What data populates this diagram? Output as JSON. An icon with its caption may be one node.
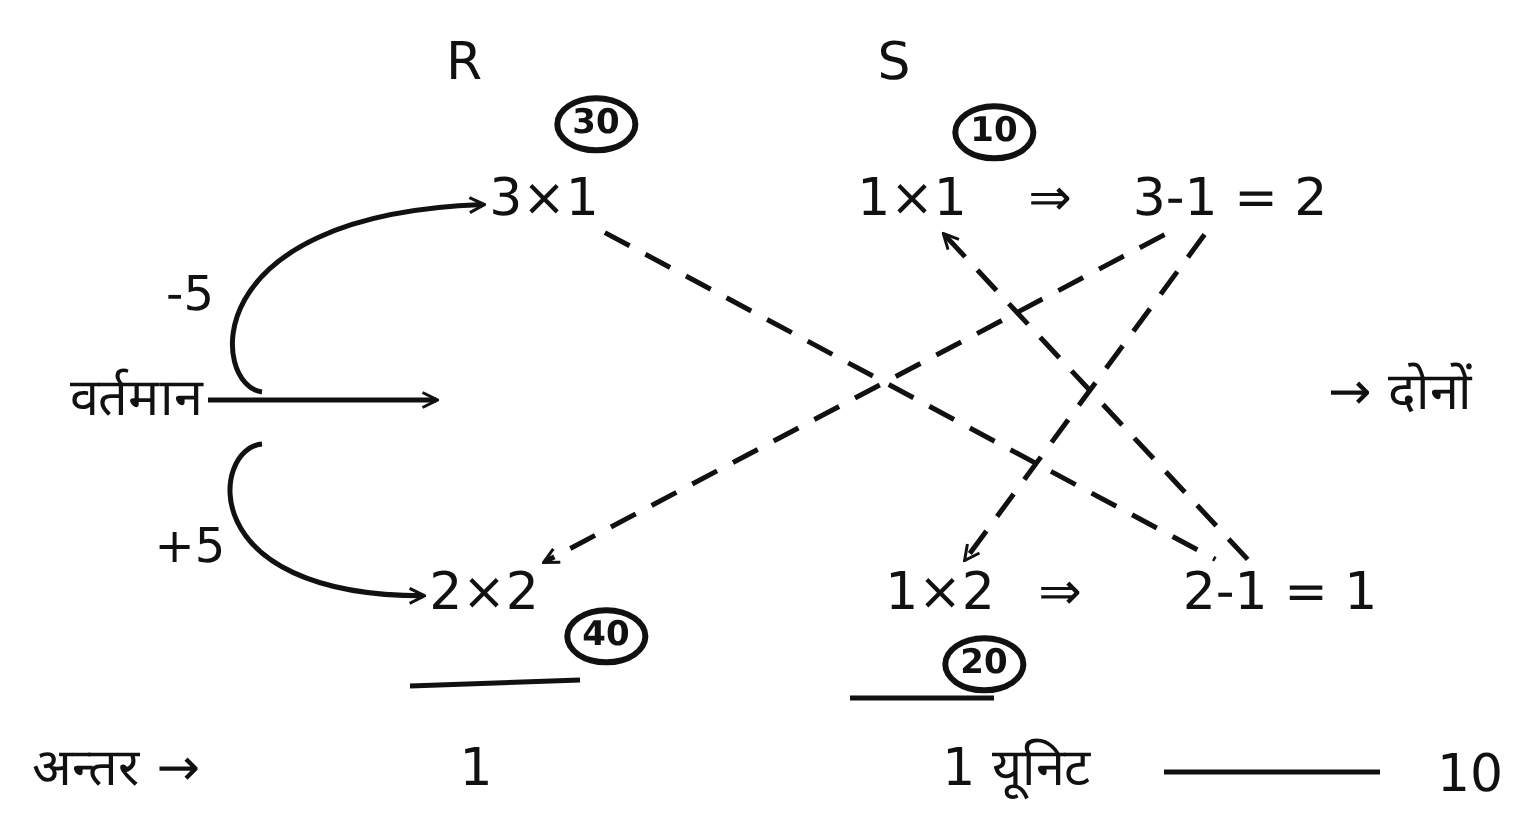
{
  "diagram": {
    "nodes": [
      {
        "text": [
          "30"
        ]
      },
      {
        "text": [
          "10"
        ]
      },
      {
        "text": [
          "3×1"
        ]
      },
      {
        "text": [
          "1×1"
        ]
      },
      {
        "text": [
          "3-1 = 2"
        ]
      },
      {
        "text": [
          "वर्तमान"
        ]
      },
      {
        "text": [
          "2×2"
        ]
      },
      {
        "text": [
          "40"
        ]
      },
      {
        "text": [
          "1×2"
        ]
      },
      {
        "text": [
          "2-1 = 1"
        ]
      },
      {
        "text": [
          "20"
        ]
      }
    ],
    "edges": [
      {
        "from": 5,
        "to": null,
        "arrow": "to"
      },
      {
        "from": 5,
        "to": 2,
        "arrow": "to",
        "label": "-5"
      },
      {
        "from": 5,
        "to": 6,
        "arrow": "to",
        "label": "+5"
      },
      {
        "from": 2,
        "to": 9,
        "arrow": "none",
        "style": "dashed"
      },
      {
        "from": 9,
        "to": 3,
        "arrow": "to",
        "style": "dashed"
      },
      {
        "from": 4,
        "to": 6,
        "arrow": "to",
        "style": "dashed"
      },
      {
        "from": 4,
        "to": 8,
        "arrow": "to",
        "style": "dashed"
      }
    ],
    "labels": [
      "R",
      "S",
      "⇒",
      "→ दोनों",
      "⇒",
      "अन्तर →",
      "1",
      "1 यूनिट",
      "10"
    ]
  }
}
